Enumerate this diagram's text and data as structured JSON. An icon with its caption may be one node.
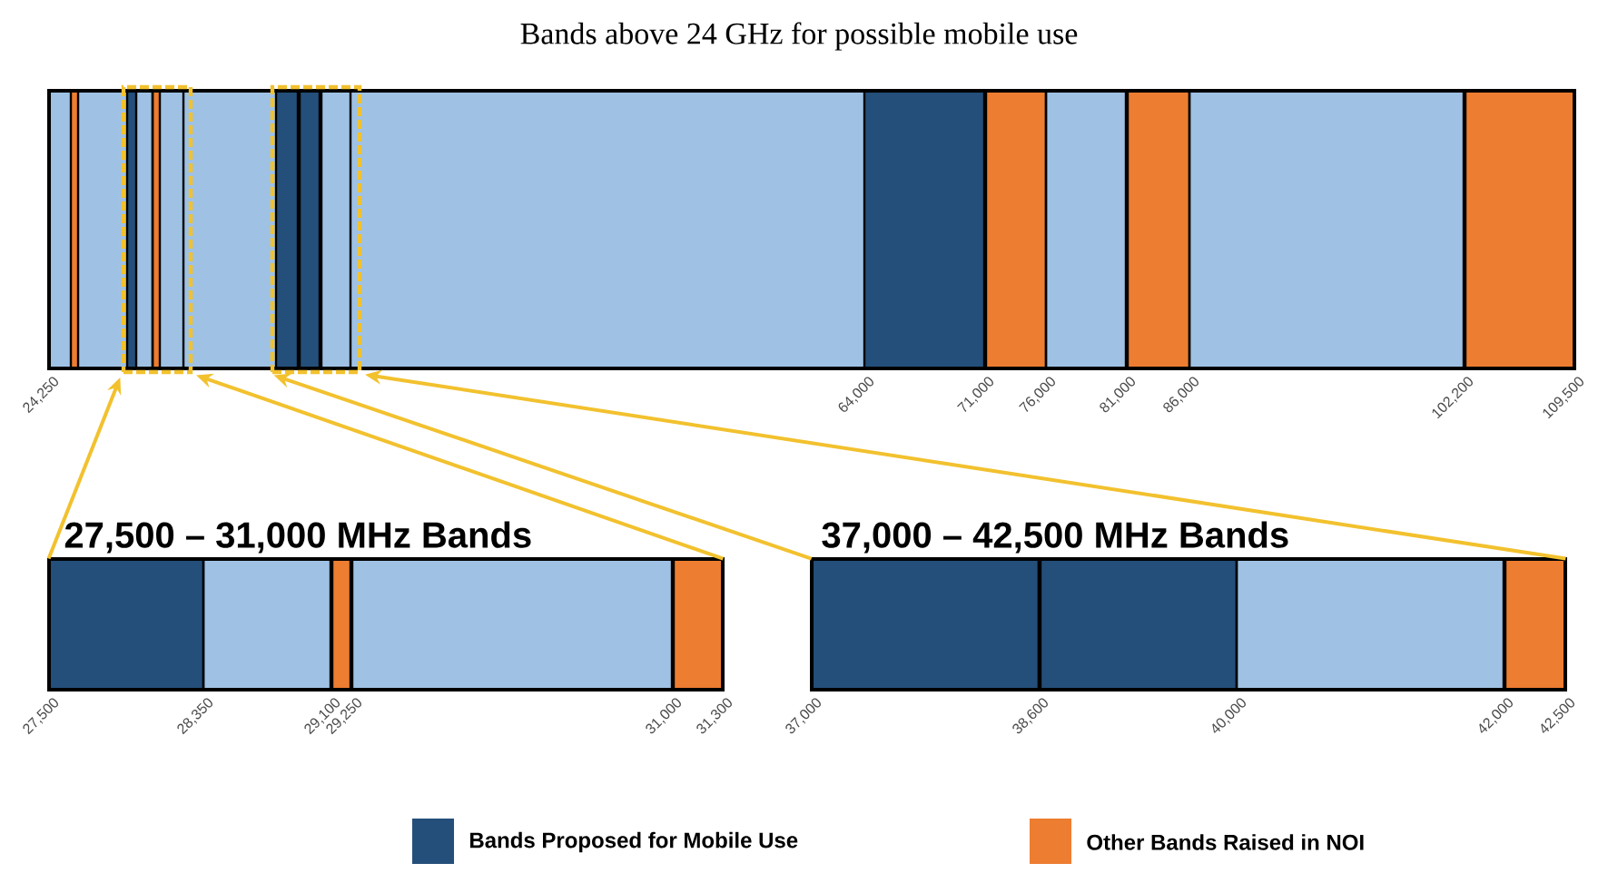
{
  "diagram": {
    "title": "Bands above 24 GHz for possible mobile use",
    "nodes": [
      {
        "text": [],
        "shape": "box"
      },
      {
        "text": [],
        "shape": "box"
      },
      {
        "text": [
          "27,500 – 31,000 MHz Bands"
        ]
      },
      {
        "text": [
          "37,000 – 42,500 MHz Bands"
        ]
      }
    ],
    "edges": [
      {
        "from": 2,
        "to": 0,
        "arrow": "to"
      },
      {
        "from": 2,
        "to": 0,
        "arrow": "to"
      },
      {
        "from": 3,
        "to": 1,
        "arrow": "to"
      },
      {
        "from": 3,
        "to": 1,
        "arrow": "to"
      }
    ],
    "labels": [
      "24,250",
      "64,000",
      "71,000",
      "76,000",
      "81,000",
      "86,000",
      "102,200",
      "109,500",
      "27,500",
      "28,350",
      "29,100",
      "29,250",
      "31,000",
      "31,300",
      "37,000",
      "38,600",
      "40,000",
      "42,000",
      "42,500"
    ],
    "legend": [
      {
        "text": "Bands Proposed for Mobile Use",
        "color": "#244f7a"
      },
      {
        "text": "Other Bands Raised in NOI",
        "color": "#ed7d31"
      }
    ]
  }
}
